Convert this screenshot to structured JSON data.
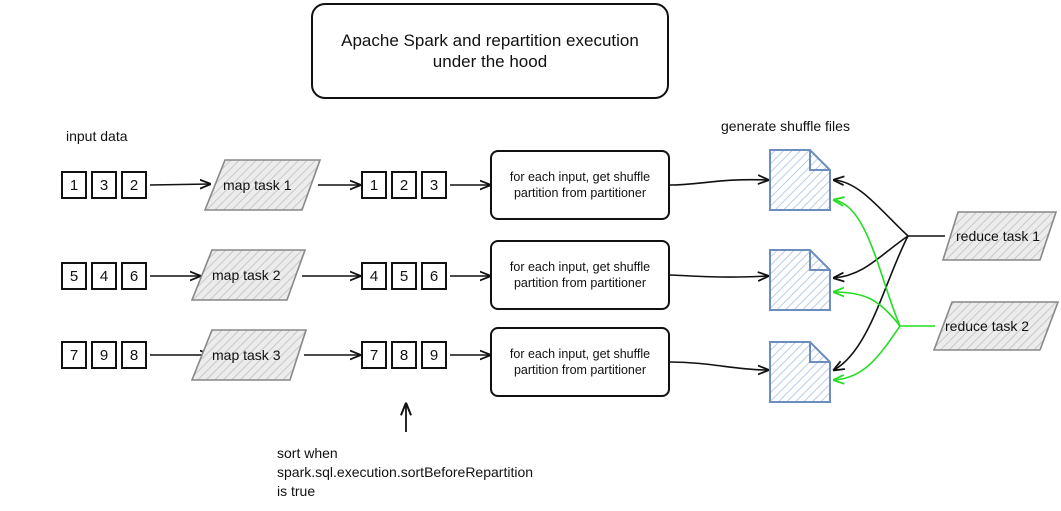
{
  "title": {
    "line1": "Apache Spark and repartition execution",
    "line2": "under the hood"
  },
  "labels": {
    "input_data": "input data",
    "shuffle_files": "generate shuffle files"
  },
  "rows": [
    {
      "input": [
        "1",
        "3",
        "2"
      ],
      "map_task": "map task 1",
      "sorted": [
        "1",
        "2",
        "3"
      ],
      "partition_text": [
        "for each input, get shuffle",
        "partition from partitioner"
      ]
    },
    {
      "input": [
        "5",
        "4",
        "6"
      ],
      "map_task": "map task 2",
      "sorted": [
        "4",
        "5",
        "6"
      ],
      "partition_text": [
        "for each input, get shuffle",
        "partition from partitioner"
      ]
    },
    {
      "input": [
        "7",
        "9",
        "8"
      ],
      "map_task": "map task 3",
      "sorted": [
        "7",
        "8",
        "9"
      ],
      "partition_text": [
        "for each input, get shuffle",
        "partition from partitioner"
      ]
    }
  ],
  "reduce_tasks": [
    "reduce task 1",
    "reduce task 2"
  ],
  "note": {
    "line1": "sort when",
    "line2": "spark.sql.execution.sortBeforeRepartition",
    "line3": "is true"
  },
  "colors": {
    "line": "#111111",
    "file_stroke": "#6c8ebf",
    "file_hatch": "#a8c0e0",
    "green": "#22dd22",
    "shape_hatch": "#bbbbbb"
  }
}
